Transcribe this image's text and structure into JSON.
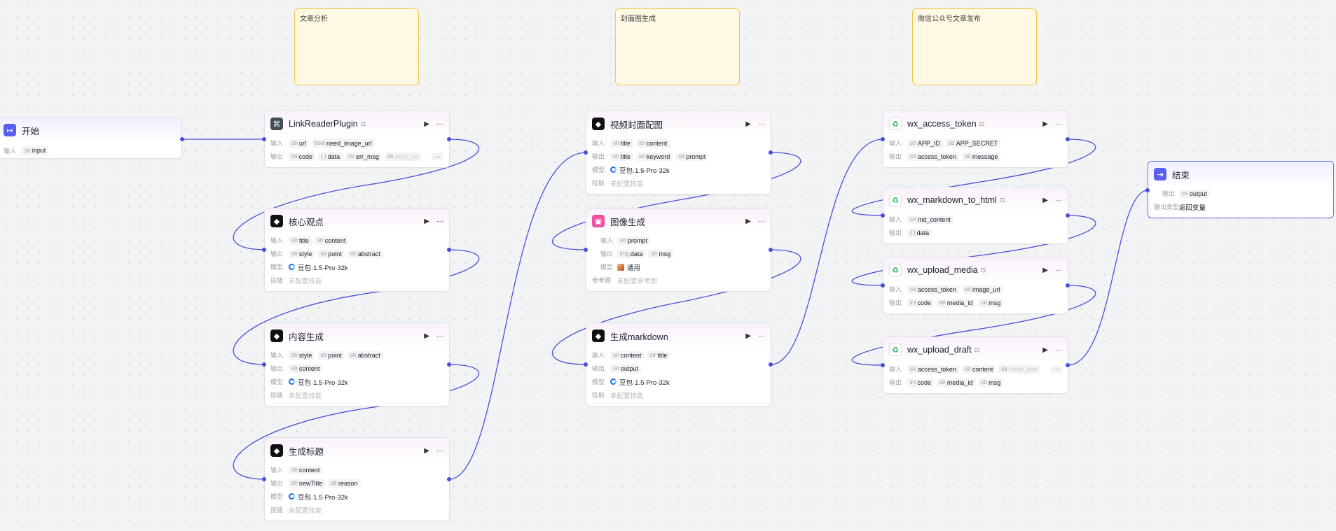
{
  "labels": {
    "input": "输入",
    "output": "输出",
    "model": "模型",
    "skill": "技能",
    "refimg": "参考图",
    "out_type": "输出类型"
  },
  "groups": {
    "g1": "文章分析",
    "g2": "封面图生成",
    "g3": "微信公众号文章发布"
  },
  "nodes": {
    "start": {
      "title": "开始",
      "inputs": [
        "input"
      ]
    },
    "link": {
      "title": "LinkReaderPlugin",
      "inputs": [
        "url",
        "need_image_url"
      ],
      "outputs": [
        "code",
        "data",
        "err_msg",
        "error_co"
      ]
    },
    "core": {
      "title": "核心观点",
      "inputs": [
        "title",
        "content"
      ],
      "outputs": [
        "style",
        "point",
        "abstract"
      ],
      "model": "豆包·1.5·Pro·32k",
      "skill": "未配置技能"
    },
    "content": {
      "title": "内容生成",
      "inputs": [
        "style",
        "point",
        "abstract"
      ],
      "outputs": [
        "content"
      ],
      "model": "豆包·1.5·Pro·32k",
      "skill": "未配置技能"
    },
    "titlegen": {
      "title": "生成标题",
      "inputs": [
        "content"
      ],
      "outputs": [
        "newTitle",
        "reason"
      ],
      "model": "豆包·1.5·Pro·32k",
      "skill": "未配置技能"
    },
    "cover": {
      "title": "视频封面配图",
      "inputs": [
        "title",
        "content"
      ],
      "outputs": [
        "title",
        "keyword",
        "prompt"
      ],
      "model": "豆包·1.5·Pro·32k",
      "skill": "未配置技能"
    },
    "imagegen": {
      "title": "图像生成",
      "inputs": [
        "prompt"
      ],
      "outputs": [
        "data",
        "msg"
      ],
      "model": "通用",
      "refimg": "未配置参考图"
    },
    "markdown": {
      "title": "生成markdown",
      "inputs": [
        "content",
        "title"
      ],
      "outputs": [
        "output"
      ],
      "model": "豆包·1.5·Pro·32k",
      "skill": "未配置技能"
    },
    "token": {
      "title": "wx_access_token",
      "inputs": [
        "APP_ID",
        "APP_SECRET"
      ],
      "outputs": [
        "access_token",
        "message"
      ]
    },
    "tohtml": {
      "title": "wx_markdown_to_html",
      "inputs": [
        "md_content"
      ],
      "outputs": [
        "data"
      ]
    },
    "upload": {
      "title": "wx_upload_media",
      "inputs": [
        "access_token",
        "image_url"
      ],
      "outputs": [
        "code",
        "media_id",
        "msg"
      ]
    },
    "draft": {
      "title": "wx_upload_draft",
      "inputs": [
        "access_token",
        "content",
        "need_ope"
      ],
      "outputs": [
        "code",
        "media_id",
        "msg"
      ]
    },
    "end": {
      "title": "结束",
      "outputs": [
        "output"
      ],
      "out_type": "返回变量"
    }
  },
  "types": {
    "str": "str",
    "obj": "{ }",
    "int": "int",
    "img": "img",
    "bool": "bool"
  },
  "icons": {
    "run": "run-icon",
    "more": "more-icon"
  },
  "colors": {
    "accent": "#4a4fd6",
    "group_bg": "#fff9e3",
    "group_border": "#f2c94c"
  }
}
